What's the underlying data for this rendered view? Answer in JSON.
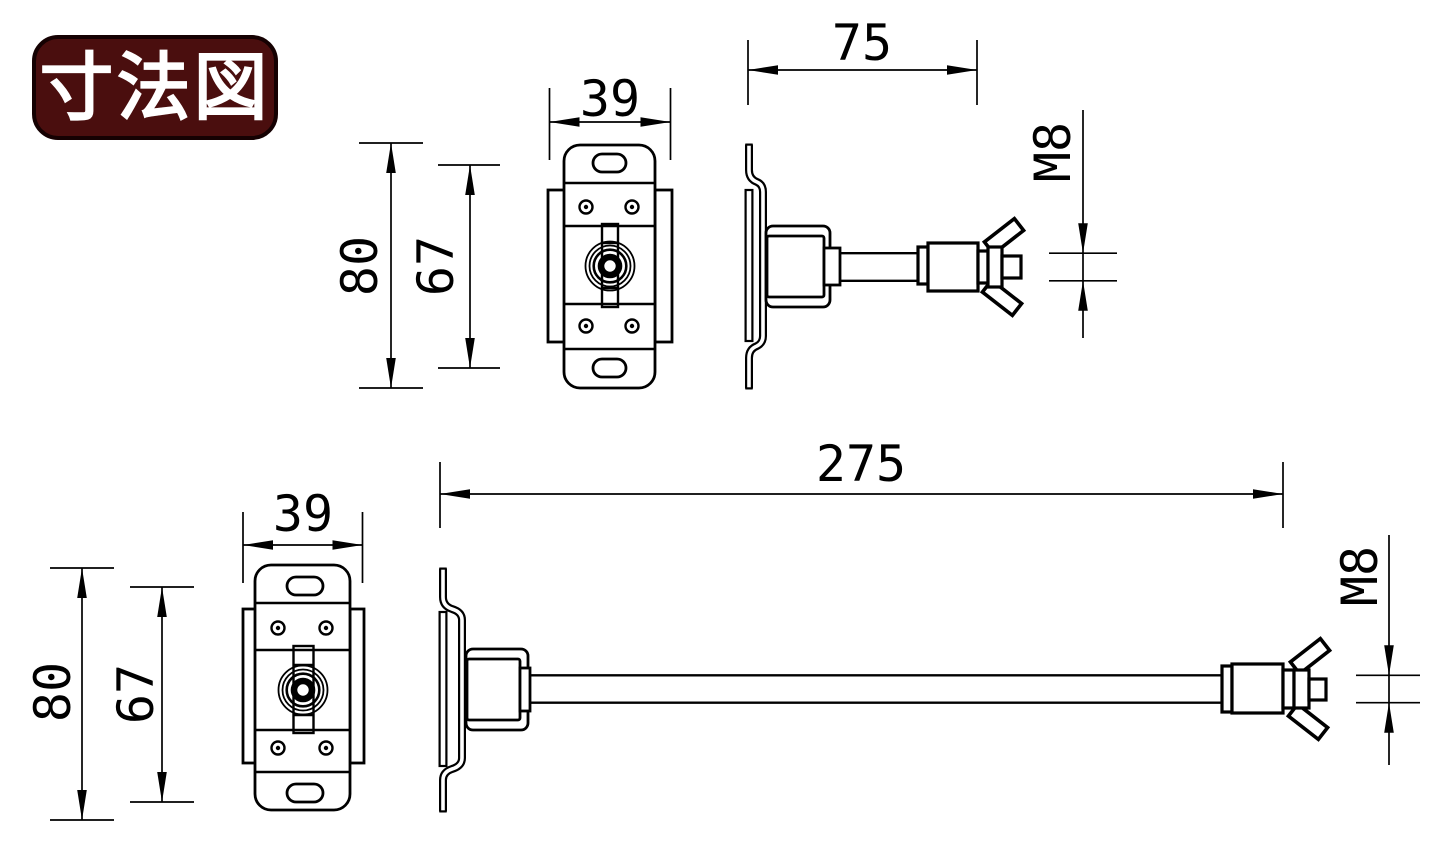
{
  "badge": {
    "label": "寸法図",
    "background": "#4a0e0e",
    "border_color": "#150102",
    "text_color": "#ffffff"
  },
  "drawing": {
    "background": "#ffffff",
    "line_color": "#000000",
    "top_front": {
      "width": "39",
      "height": "80",
      "pitch": "67"
    },
    "top_side": {
      "length": "75",
      "thread": "M8"
    },
    "bottom_front": {
      "width": "39",
      "height": "80",
      "pitch": "67"
    },
    "bottom_side": {
      "length": "275",
      "thread": "M8"
    }
  }
}
